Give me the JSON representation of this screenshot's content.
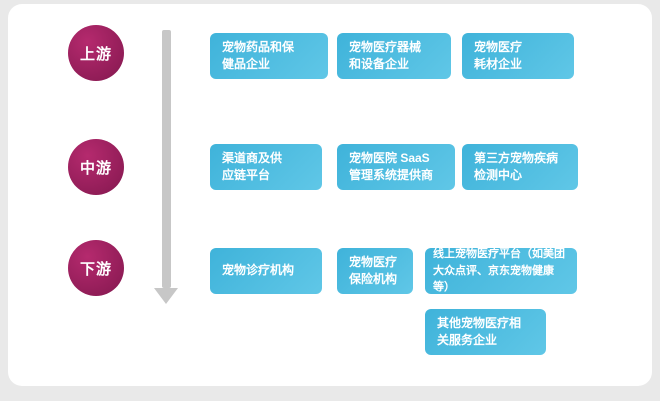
{
  "colors": {
    "background": "#e9e9e9",
    "card": "#ffffff",
    "stage_circle": "#9c1f5c",
    "box_blue": "#4fbde1",
    "arrow": "#c7c7c7",
    "text": "#ffffff"
  },
  "stages": [
    {
      "label": "上游"
    },
    {
      "label": "中游"
    },
    {
      "label": "下游"
    }
  ],
  "rows": {
    "upstream": [
      "宠物药品和保\n健品企业",
      "宠物医疗器械\n和设备企业",
      "宠物医疗\n耗材企业"
    ],
    "midstream": [
      "渠道商及供\n应链平台",
      "宠物医院 SaaS\n管理系统提供商",
      "第三方宠物疾病\n检测中心"
    ],
    "downstream": [
      "宠物诊疗机构",
      "宠物医疗\n保险机构",
      "线上宠物医疗平台（如美团\n大众点评、京东宠物健康等）"
    ],
    "other": [
      "其他宠物医疗相\n关服务企业"
    ]
  }
}
